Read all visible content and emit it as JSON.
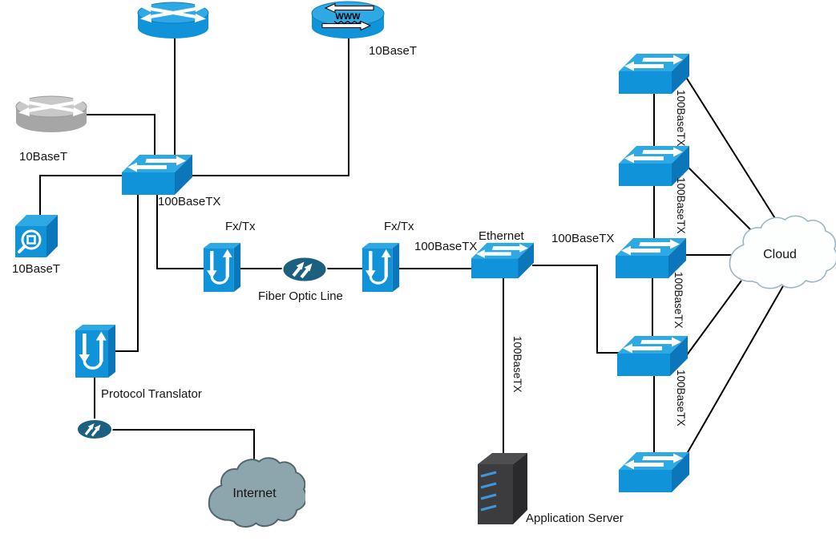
{
  "diagram": {
    "type": "network-topology",
    "colors": {
      "device_blue_top": "#2EA9E4",
      "device_blue_front": "#1193D9",
      "device_blue_side": "#0C76BB",
      "router_gray": "#A6A6A6",
      "ellipse_teal": "#1B617F",
      "internet_cloud_fill": "#8DA6AD",
      "cloud_fill": "#FDFFFF",
      "server_dark": "#3C3C3F",
      "line_color": "#000000"
    },
    "nodes": {
      "router_top": {
        "type": "router"
      },
      "www_server": {
        "type": "www-server",
        "icon_text": "WWW",
        "label": "10BaseT"
      },
      "router_gray": {
        "type": "router",
        "label": "10BaseT"
      },
      "main_switch": {
        "type": "workgroup-switch",
        "label": "100BaseTX"
      },
      "hub_cube": {
        "type": "hub",
        "label": "10BaseT"
      },
      "fx_tx_left": {
        "type": "protocol-translator",
        "label": "Fx/Tx"
      },
      "fiber_node": {
        "type": "line-terminator",
        "label": "Fiber Optic Line"
      },
      "fx_tx_right": {
        "type": "protocol-translator",
        "label": "Fx/Tx"
      },
      "ethernet_switch": {
        "type": "workgroup-switch",
        "label": "Ethernet"
      },
      "protocol_translator": {
        "type": "protocol-translator",
        "label": "Protocol Translator"
      },
      "line_terminator_2": {
        "type": "line-terminator"
      },
      "internet_cloud": {
        "type": "cloud",
        "label": "Internet"
      },
      "application_server": {
        "type": "server",
        "label": "Application Server"
      },
      "switch_1": {
        "type": "workgroup-switch"
      },
      "switch_2": {
        "type": "workgroup-switch"
      },
      "switch_3": {
        "type": "workgroup-switch"
      },
      "switch_4": {
        "type": "workgroup-switch"
      },
      "switch_5": {
        "type": "workgroup-switch"
      },
      "cloud": {
        "type": "cloud",
        "label": "Cloud"
      }
    },
    "links": {
      "ethernet_left": {
        "label": "100BaseTX"
      },
      "ethernet_right": {
        "label": "100BaseTX"
      },
      "server": {
        "label": "100BaseTX"
      },
      "chain_1_2": {
        "label": "100BaseTX"
      },
      "chain_2_3": {
        "label": "100BaseTX"
      },
      "chain_3_4": {
        "label": "100BaseTX"
      },
      "chain_4_5": {
        "label": "100BaseTX"
      }
    }
  }
}
